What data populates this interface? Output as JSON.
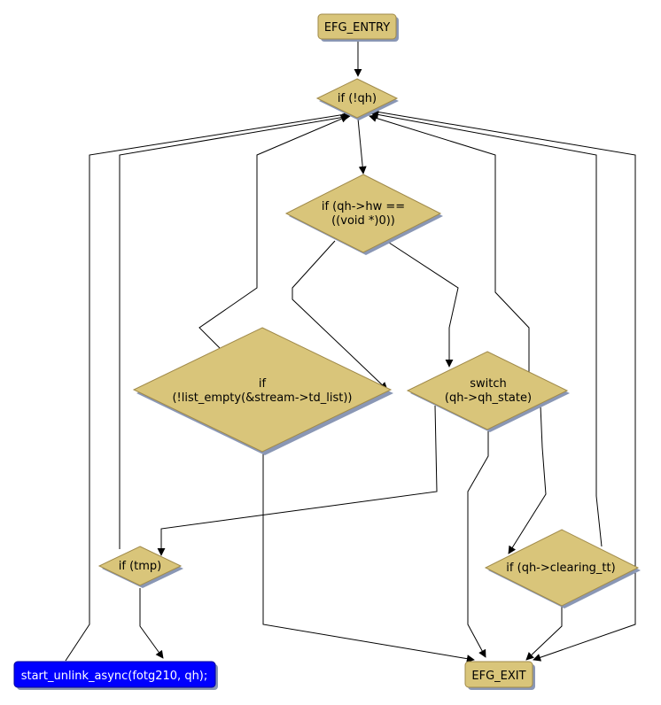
{
  "colors": {
    "node_fill": "#d9c57a",
    "node_stroke": "#a08a4a",
    "shadow": "#8a97b5",
    "highlight_fill": "#0000ff",
    "highlight_text": "#ffffff",
    "edge": "#000000",
    "text": "#000000"
  },
  "nodes": {
    "entry": {
      "label": "EFG_ENTRY"
    },
    "if_qh": {
      "label": "if (!qh)"
    },
    "if_hw": {
      "line1": "if (qh->hw ==",
      "line2": "((void *)0))"
    },
    "if_list": {
      "line1": "if",
      "line2": "(!list_empty(&stream->td_list))"
    },
    "switch_state": {
      "line1": "switch",
      "line2": "(qh->qh_state)"
    },
    "if_tmp": {
      "label": "if (tmp)"
    },
    "if_clearing": {
      "label": "if (qh->clearing_tt)"
    },
    "unlink": {
      "label": "start_unlink_async(fotg210, qh);"
    },
    "exit": {
      "label": "EFG_EXIT"
    }
  }
}
